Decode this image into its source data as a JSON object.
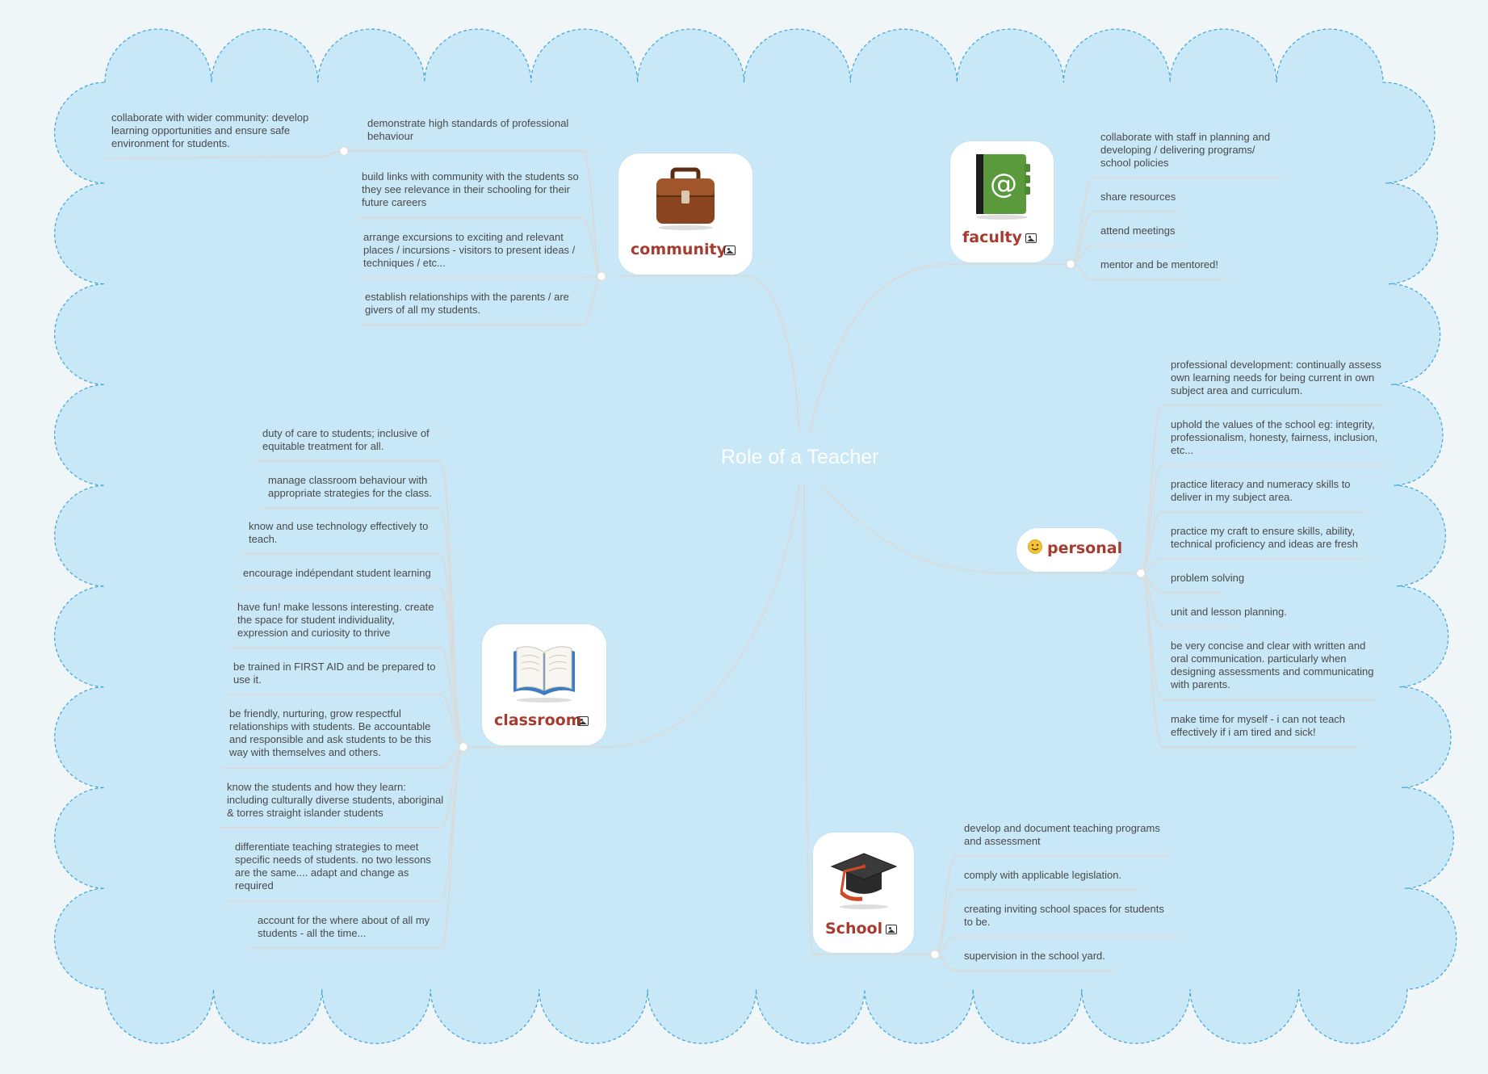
{
  "central_topic": "Role of a Teacher",
  "colors": {
    "background": "#f0f5f8",
    "cloud_fill": "#c8e7f7",
    "cloud_border": "#3aa6dd",
    "topic_label": "#a83b2f",
    "connector": "#d9dcdc",
    "central_text": "#ffffff"
  },
  "branches": {
    "community": {
      "label": "community",
      "icon": "briefcase-icon",
      "items": [
        "demonstrate high standards of professional behaviour",
        "build links with community with the students so they see relevance in their schooling for their future careers",
        "arrange excursions to exciting and relevant places / incursions - visitors to present ideas / techniques / etc...",
        "establish relationships with the parents / are givers of all my students."
      ],
      "sub_item": "collaborate with wider community: develop learning opportunities and ensure safe environment for students."
    },
    "faculty": {
      "label": "faculty",
      "icon": "address-book-icon",
      "items": [
        "collaborate with staff in planning and developing / delivering programs/ school policies",
        "share resources",
        "attend meetings",
        "mentor and be mentored!"
      ]
    },
    "personal": {
      "label": "personal",
      "icon": "smiley-icon",
      "items": [
        "professional development: continually assess own learning needs for being current in own subject area and curriculum.",
        "uphold the values of the school eg: integrity, professionalism, honesty, fairness, inclusion, etc...",
        "practice literacy and numeracy skills  to deliver in my subject area.",
        "practice my craft to ensure skills, ability, technical proficiency and ideas are fresh",
        "problem solving",
        "unit and lesson planning.",
        "be very concise and clear with written and oral communication. particularly when designing assessments and communicating with parents.",
        "make time for myself - i can not teach effectively  if i am tired and sick!"
      ]
    },
    "classroom": {
      "label": "classroom",
      "icon": "open-book-icon",
      "items": [
        "duty of care to students; inclusive of equitable treatment for all.",
        "manage classroom behaviour with appropriate strategies for the class.",
        "know and use technology effectively to teach.",
        "encourage indépendant student learning",
        "have fun! make lessons interesting. create the space for student individuality, expression and curiosity to thrive",
        "be trained in FIRST AID and be prepared to use it.",
        "be friendly, nurturing, grow respectful relationships with students. Be accountable and responsible and ask students to be this way with themselves and others.",
        "know the students and how they learn: including culturally diverse students, aboriginal & torres straight islander students",
        "differentiate teaching strategies to meet specific needs of students. no two lessons are the same.... adapt and change as required",
        "account for the where about of all my students - all the time..."
      ]
    },
    "school": {
      "label": "School",
      "icon": "graduation-cap-icon",
      "items": [
        "develop and document teaching programs and assessment",
        "comply with applicable legislation.",
        "creating inviting school spaces for students to be.",
        "supervision in the school yard."
      ]
    }
  }
}
